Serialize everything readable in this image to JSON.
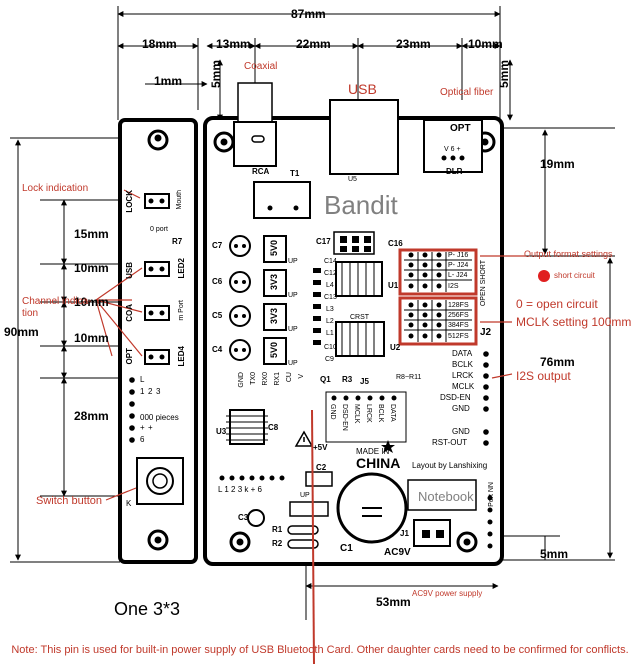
{
  "dims": {
    "total_width": "87mm",
    "d18": "18mm",
    "d13": "13mm",
    "d22": "22mm",
    "d23": "23mm",
    "d10": "10mm",
    "d1": "1mm",
    "d5a": "5mm",
    "d5b": "5mm",
    "d15": "15mm",
    "d10a": "10mm",
    "d10b": "10mm",
    "d10c": "10mm",
    "d28": "28mm",
    "d90": "90mm",
    "d19": "19mm",
    "d76": "76mm",
    "d5c": "5mm",
    "d53": "53mm"
  },
  "labels": {
    "coaxial": "Coaxial",
    "usb": "USB",
    "optical": "Optical fiber",
    "lock_ind": "Lock indication",
    "channel_ind": "Channel indica- tion",
    "switch_btn": "Switch button",
    "one": "One 3*3",
    "output_fmt": "Output format settings",
    "short": "short circuit",
    "open": "0 = open circuit",
    "mclk": "MCLK setting 100mm",
    "i2s": "I2S output",
    "ac9v_supply": "AC9V power supply",
    "bandit": "Bandit",
    "notebook": "Notebook"
  },
  "board": {
    "opt": "OPT",
    "rca": "RCA",
    "t1": "T1",
    "u5": "U5",
    "dlr": "DLR",
    "v6plus": "V 6 +",
    "c7": "C7",
    "c6": "C6",
    "c5": "C5",
    "c4": "C4",
    "c17": "C17",
    "c16": "C16",
    "u1": "U1",
    "u2": "U2",
    "u3": "U3",
    "j2": "J2",
    "j1": "J1",
    "j5": "J5",
    "c1": "C1",
    "c2": "C2",
    "c3": "C3",
    "r1": "R1",
    "r2": "R2",
    "up": "UP",
    "up1": "UP",
    "up2": "UP",
    "up3": "UP",
    "up4": "UP",
    "r3": "R3",
    "r7": "R7",
    "q1": "Q1",
    "c8": "C8",
    "c9": "C9",
    "crst": "CRST",
    "c10": "C10",
    "l1": "L1",
    "l2": "L2",
    "l3": "L3",
    "l4": "L4",
    "v5a": "5V0",
    "v33a": "3V3",
    "v33b": "3V3",
    "v5b": "5V0",
    "c12": "C12",
    "c13": "C13",
    "c14": "C14",
    "gnd1": "GND",
    "tx0": "TX0",
    "rx0": "RX0",
    "rx1": "RX1",
    "cu": "CU",
    "v": "V",
    "j5pins": [
      "GND",
      "DSD-EN",
      "MCLK",
      "LRCK",
      "BCLK",
      "DATA"
    ],
    "right_pins": [
      "DATA",
      "BCLK",
      "LRCK",
      "MCLK",
      "DSD-EN",
      "GND"
    ],
    "r8": "R8~R11",
    "gnd2": "GND",
    "rstout": "RST-OUT",
    "fmt": [
      "P- J16",
      "P- J24",
      "L- J24",
      "I2S"
    ],
    "mclk_vals": [
      "128FS",
      "256FS",
      "384FS",
      "512FS"
    ],
    "open_short": "OPEN   SHORT",
    "made_in": "MADE IN",
    "china": "CHINA",
    "layout_by": "Layout by Lanshixing",
    "ac9v": "AC9V",
    "plus5v": "+5V",
    "l123": "L 1 2 3 k + 6",
    "port_nn": "Port NN",
    "mouth": "Mouth",
    "oport": "0 port",
    "lock": "LOCK",
    "usb": "USB",
    "coa": "COA",
    "opt2": "OPT",
    "led2": "LED2",
    "led4": "LED4",
    "mport": "m Port",
    "list1": "L",
    "list2": "1",
    "list3": "2",
    "list4": "3",
    "list5": "+",
    "list6": "6",
    "pieces": "000 pieces",
    "k": "K",
    "plus": "+"
  },
  "note": "Note: This pin is used for built-in power supply of USB Bluetooth Card. Other daughter cards need to be confirmed for conflicts."
}
